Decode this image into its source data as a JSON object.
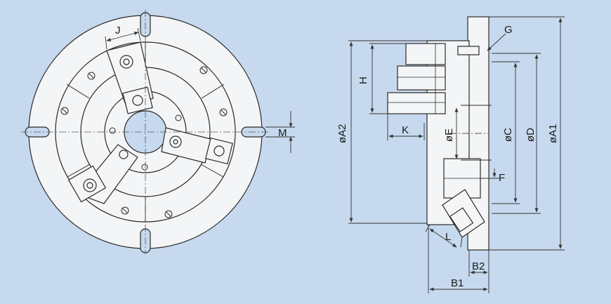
{
  "colors": {
    "background": "#c7d9ee",
    "part_fill": "#f4f5f6",
    "part_stroke": "#2a2a2a",
    "dim_line": "#333333"
  },
  "front_view": {
    "labels": {
      "jaw_width": "J",
      "slot_width": "M"
    }
  },
  "side_view": {
    "labels": {
      "body_diameter": "øA1",
      "flange_diameter": "øA2",
      "outer_height": "B1",
      "inner_height": "B2",
      "bore_diameter": "øC",
      "bolt_circle": "øD",
      "through_hole": "øE",
      "jaw_step": "F",
      "mount_thread": "G",
      "jaw_height": "H",
      "jaw_reach": "K",
      "jaw_length": "L"
    }
  }
}
